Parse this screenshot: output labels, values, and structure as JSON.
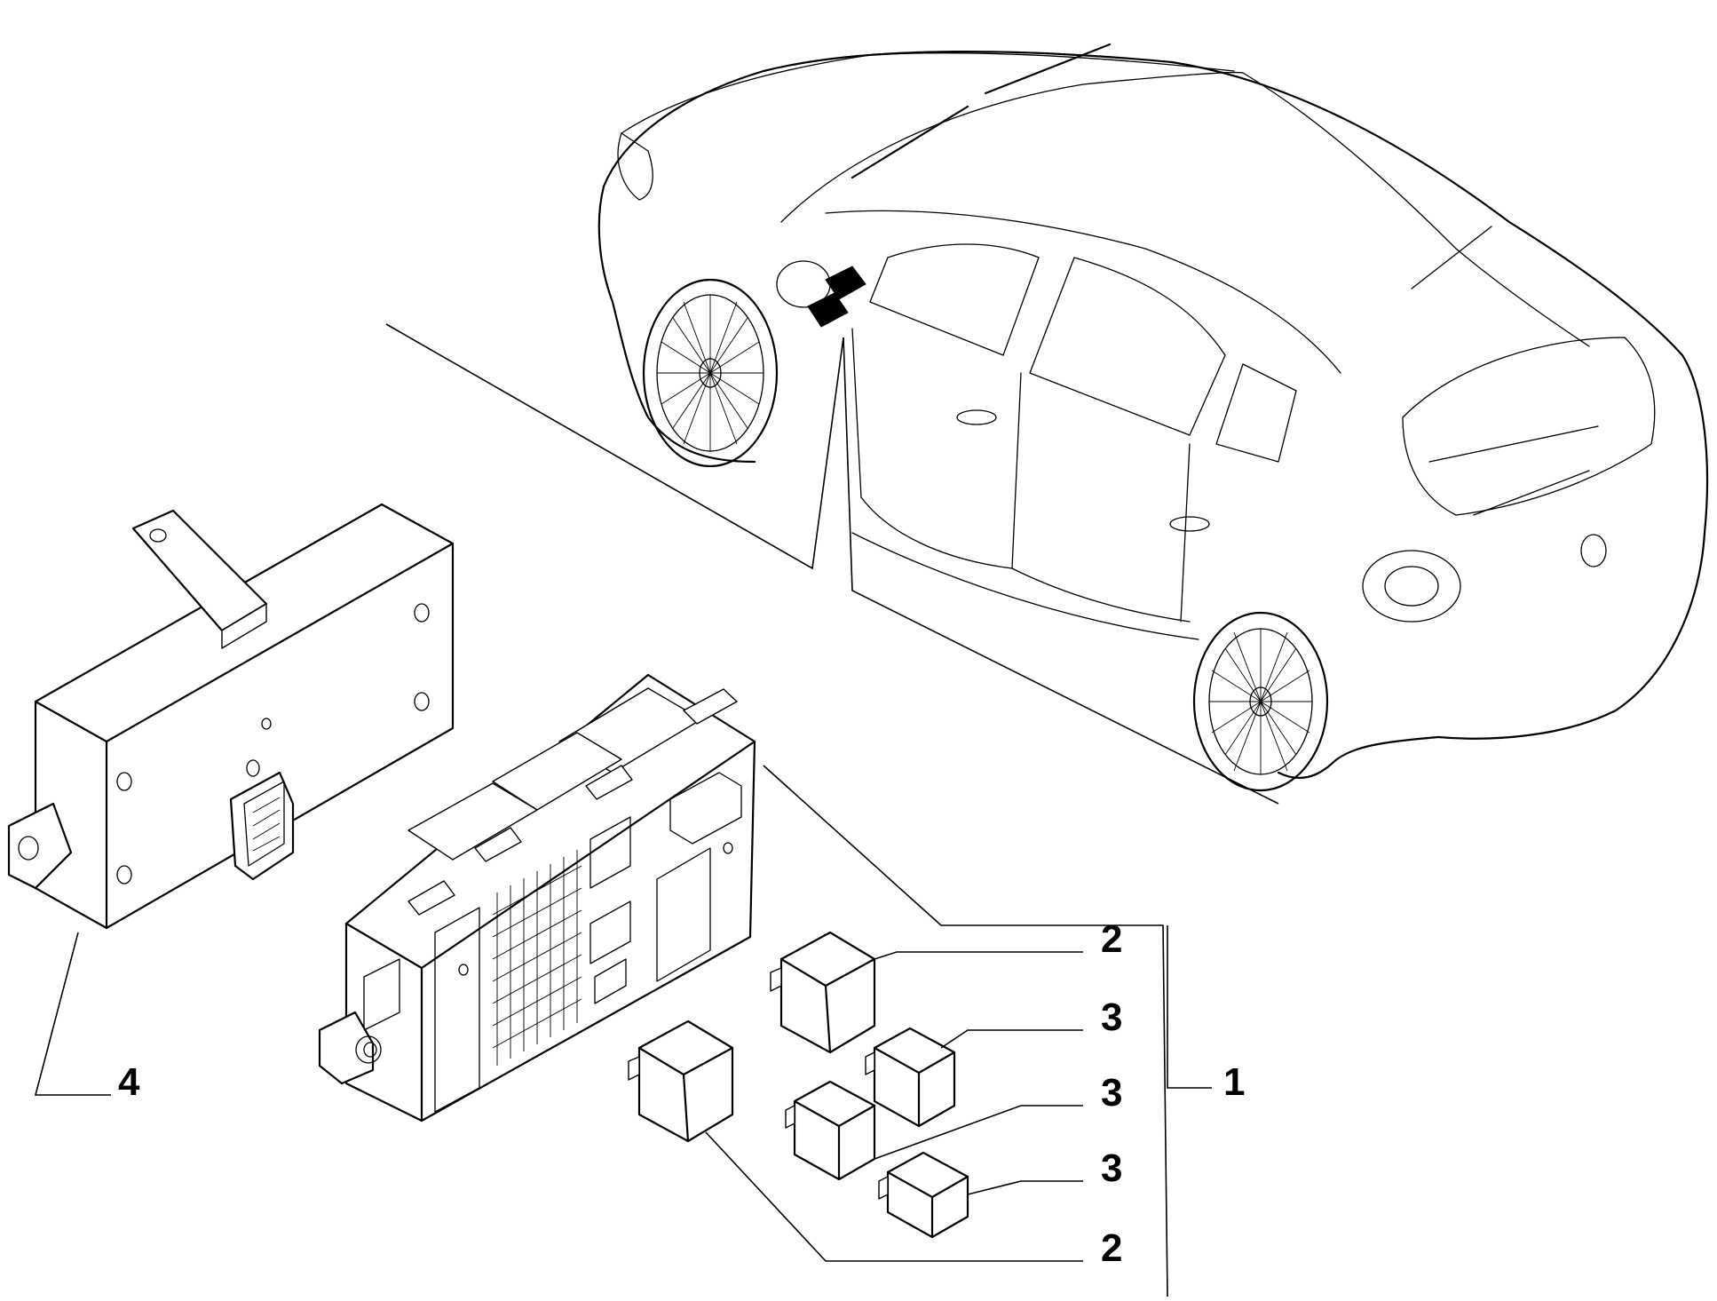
{
  "diagram": {
    "callouts": [
      {
        "id": "1",
        "label": "1"
      },
      {
        "id": "2a",
        "label": "2"
      },
      {
        "id": "3a",
        "label": "3"
      },
      {
        "id": "3b",
        "label": "3"
      },
      {
        "id": "3c",
        "label": "3"
      },
      {
        "id": "2b",
        "label": "2"
      },
      {
        "id": "4",
        "label": "4"
      }
    ],
    "parts": [
      {
        "name": "vehicle-outline",
        "icon": "car-icon"
      },
      {
        "name": "fuse-box-module",
        "icon": "fuse-box-icon"
      },
      {
        "name": "large-relay",
        "icon": "relay-icon"
      },
      {
        "name": "small-relay",
        "icon": "relay-icon"
      },
      {
        "name": "body-control-unit",
        "icon": "control-unit-icon"
      }
    ],
    "line_color": "#000000",
    "background": "#ffffff"
  }
}
